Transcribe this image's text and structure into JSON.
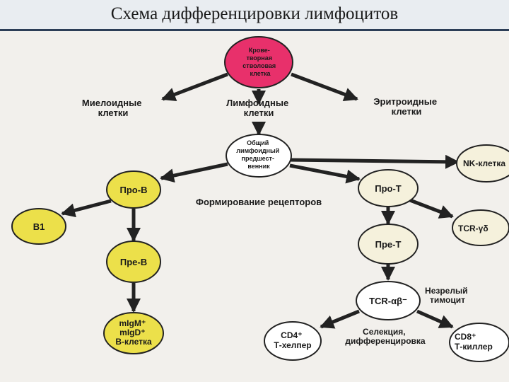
{
  "title": "Схема дифференцировки лимфоцитов",
  "nodes": {
    "stem": [
      "Крове-",
      "творная",
      "стволовая",
      "клетка"
    ],
    "clp": [
      "Общий",
      "лимфоидный",
      "предшест-",
      "венник"
    ],
    "pro_b": "Про-В",
    "b1": "В1",
    "pre_b": "Пре-В",
    "mature_b": [
      "mIgM⁺",
      "mIgD⁺",
      "В-клетка"
    ],
    "pro_t": "Про-Т",
    "nk": "NK-клетка",
    "tcr_gd": "TCR-γδ",
    "pre_t": "Пре-Т",
    "tcr_ab": "TCR-αβ⁻",
    "cd4": [
      "CD4⁺",
      "Т-хелпер"
    ],
    "cd8": [
      "CD8⁺",
      "Т-киллер"
    ]
  },
  "labels": {
    "myeloid": [
      "Миелоидные",
      "клетки"
    ],
    "lymphoid": [
      "Лимфоидные",
      "клетки"
    ],
    "erythroid": [
      "Эритроидные",
      "клетки"
    ],
    "receptor": "Формирование рецепторов",
    "immature": [
      "Незрелый",
      "тимоцит"
    ],
    "selection": [
      "Селекция,",
      "дифференцировка"
    ]
  },
  "colors": {
    "stem": "#e8306b",
    "b_line": "#ece04a",
    "t_line": "#f5f1dc",
    "arrow": "#222222"
  }
}
